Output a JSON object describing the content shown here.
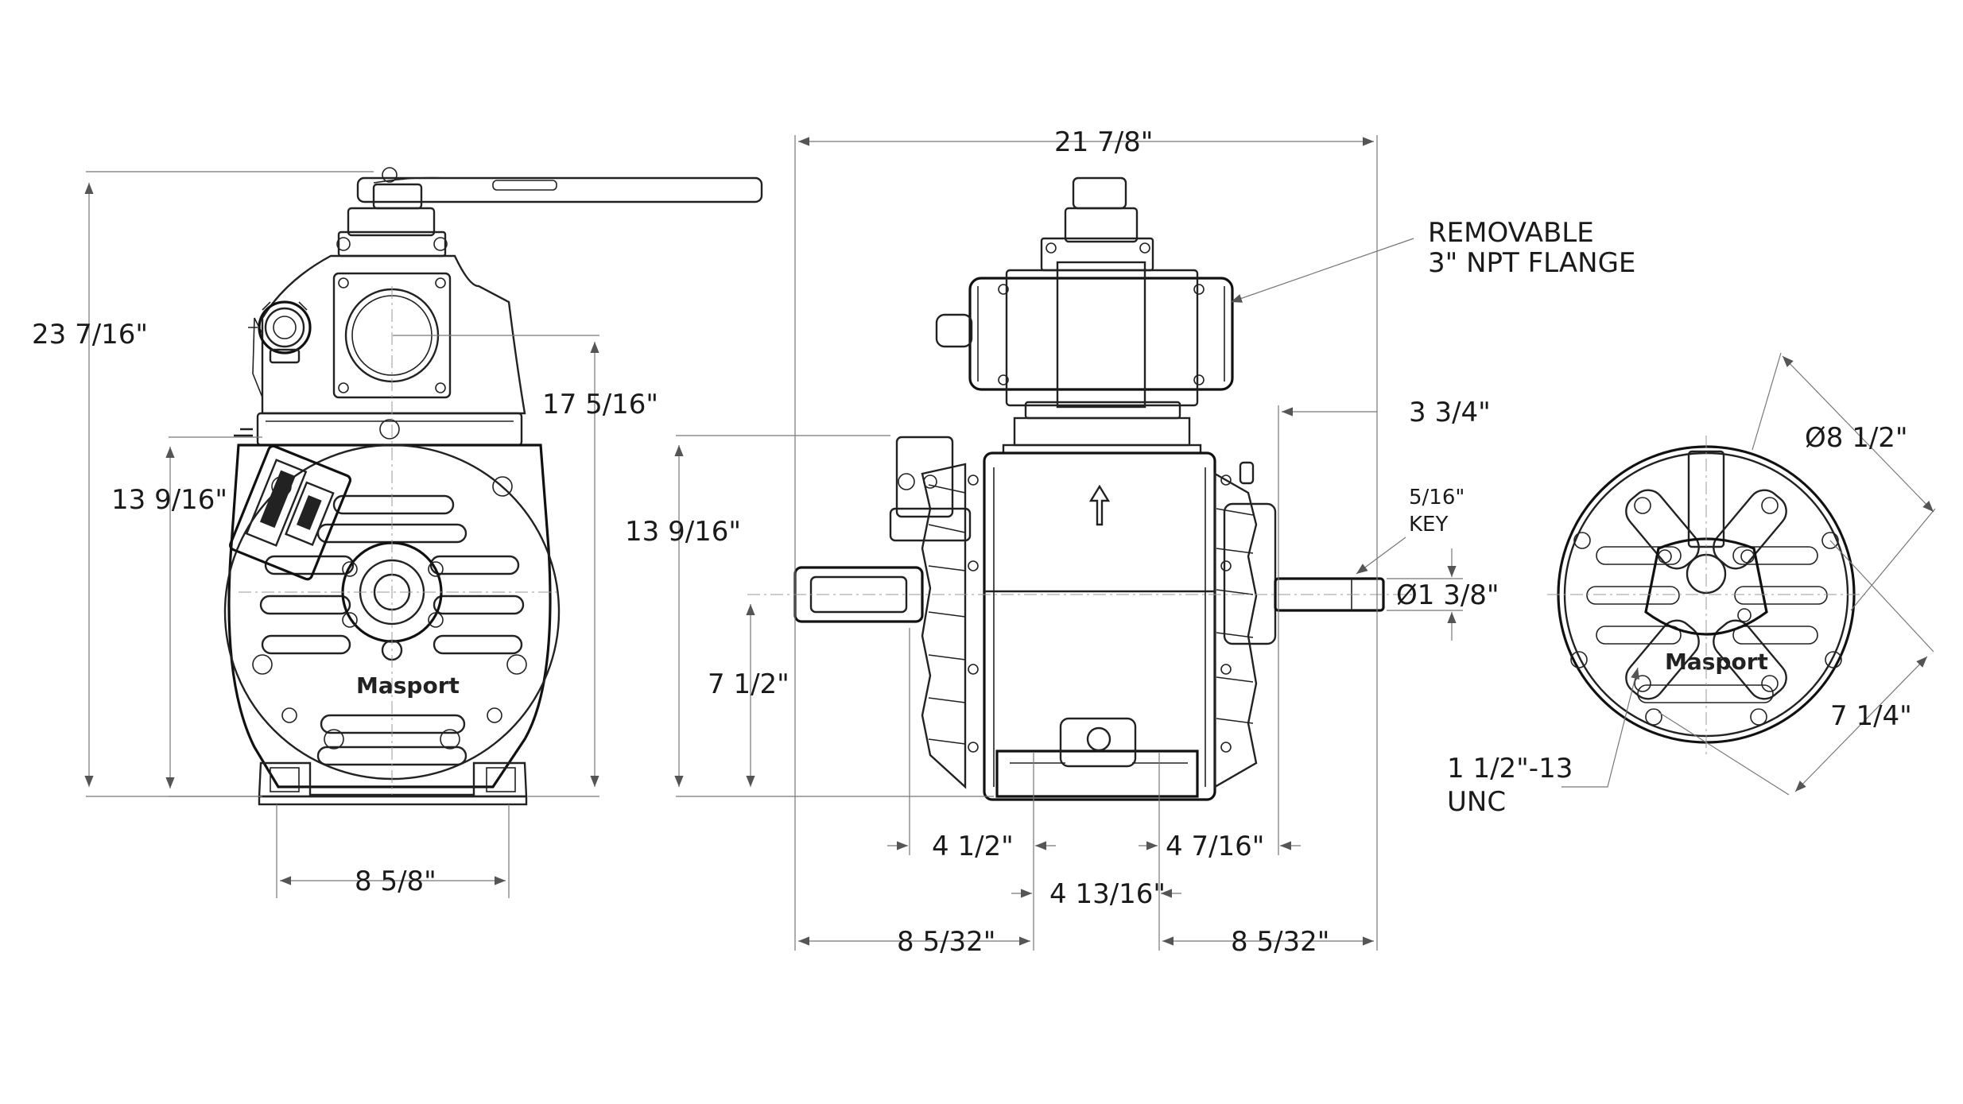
{
  "brand": {
    "logo_text": "Masport"
  },
  "front_view": {
    "overall_height": "23 7/16\"",
    "port_center_height": "17 5/16\"",
    "shaft_height": "13 9/16\"",
    "base_width": "8 5/8\""
  },
  "side_view": {
    "overall_length": "21 7/8\"",
    "flange_note_line1": "REMOVABLE",
    "flange_note_line2": "3\" NPT FLANGE",
    "shaft_extension": "3 3/4\"",
    "key_line1": "5/16\"",
    "key_line2": "KEY",
    "shaft_diameter": "Ø1 3/8\"",
    "height": "13 9/16\"",
    "shaft_height": "7 1/2\"",
    "mount_left": "4 1/2\"",
    "mount_right": "4 7/16\"",
    "mount_spacing": "4 13/16\"",
    "left_overhang": "8 5/32\"",
    "right_overhang": "8 5/32\""
  },
  "flange_view": {
    "diameter": "Ø8 1/2\"",
    "bolt_circle": "7 1/4\"",
    "thread_line1": "1 1/2\"-13",
    "thread_line2": "UNC"
  }
}
